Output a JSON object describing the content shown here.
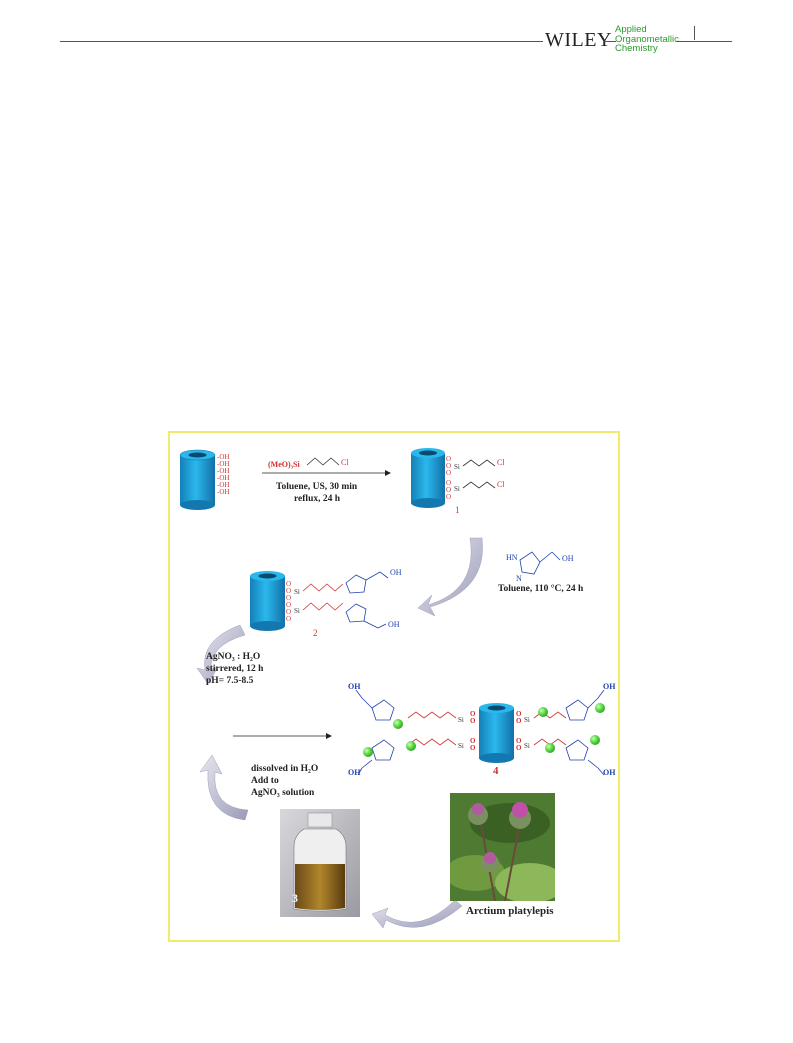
{
  "header": {
    "publisher": "WILEY",
    "journal_line1": "Applied",
    "journal_line2": "Organometallic",
    "journal_line3": "Chemistry",
    "accent_red": "#d63030",
    "accent_green": "#2a9a2a"
  },
  "scheme": {
    "step1": {
      "reagent": "(MeO)₃Si",
      "reagent_end": "Cl",
      "condition1": "Toluene, US, 30 min",
      "condition2": "reflux, 24 h"
    },
    "compound1_label": "1",
    "step2": {
      "reagent_nh": "HN",
      "reagent_n": "N",
      "reagent_oh": "OH",
      "condition": "Toluene, 110 °C, 24 h"
    },
    "compound2_label": "2",
    "step3": {
      "line1": "AgNO₃ : H₂O",
      "line2": "stirrered, 12 h",
      "line3": "pH= 7.5-8.5"
    },
    "compound4_label": "4",
    "step4": {
      "line1": "dissolved in H₂O",
      "line2": "Add to",
      "line3": "AgNO₃ solution"
    },
    "extract_label": "3",
    "plant_caption": "Arctium platylepis",
    "group_oh": "OH",
    "group_si": "Si",
    "group_o": "O",
    "group_cl": "Cl",
    "colors": {
      "tube": "#1aa3d8",
      "frame": "#f2ea6a",
      "arrow": "#b8b8d0",
      "nanoparticle": "#5fdc4a"
    }
  }
}
